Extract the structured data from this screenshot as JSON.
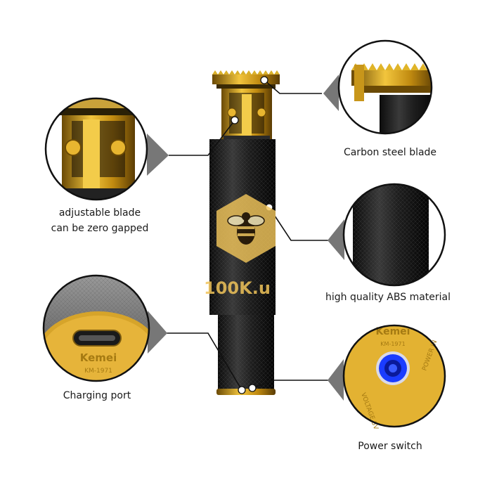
{
  "callouts": {
    "blade": "Carbon steel blade",
    "adjustable_line1": "adjustable blade",
    "adjustable_line2": "can be zero gapped",
    "abs": "high quality ABS material",
    "charging": "Charging port",
    "power": "Power switch"
  },
  "product": {
    "brand": "Kemei",
    "model": "KM-1971",
    "switch_text_left": "VOLTAGE 5V",
    "switch_text_right": "POWER IN"
  },
  "watermark": {
    "text": "100K.u"
  },
  "colors": {
    "body": "#1c1c1c",
    "gold": "#d4a017",
    "gold_dark": "#8a6508",
    "lcd_blue": "#1a3cff",
    "watermark": "#f0c45a"
  }
}
